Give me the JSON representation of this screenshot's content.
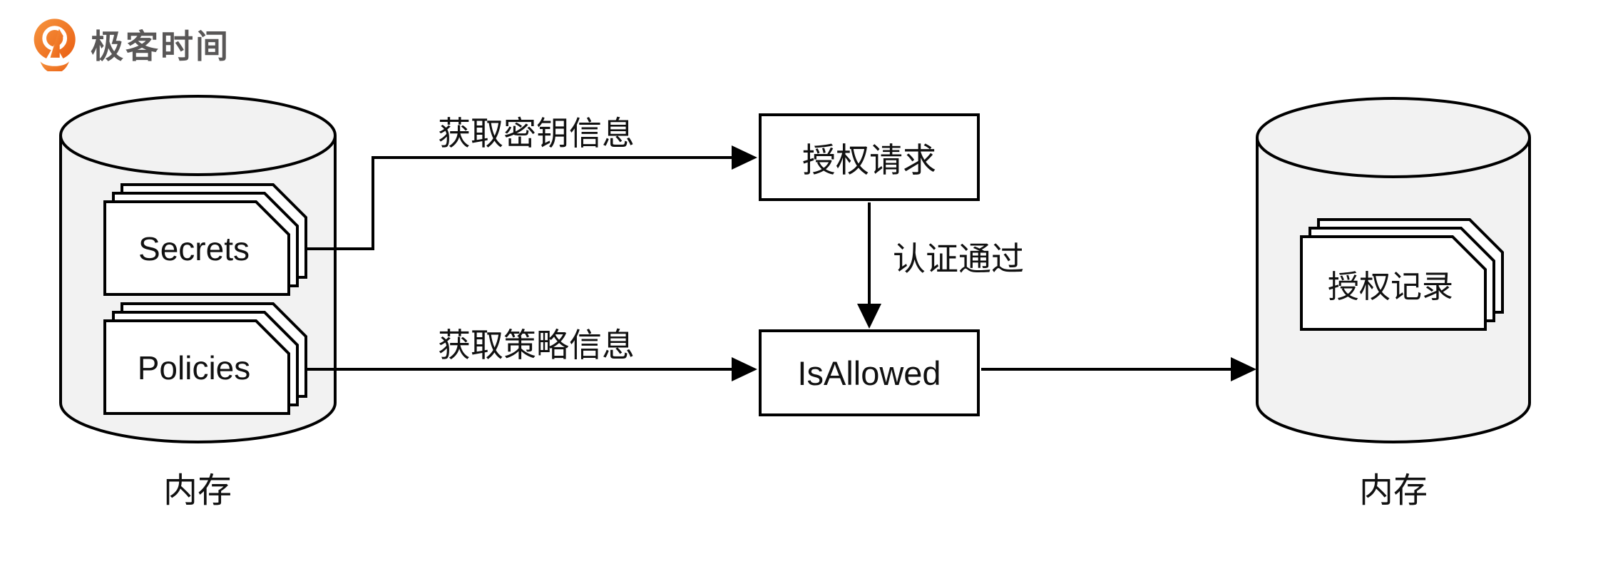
{
  "brand": {
    "name": "极客时间"
  },
  "colors": {
    "accent_orange": "#ED6C1D",
    "logo_text": "#595757",
    "stroke": "#000000",
    "cylinder_fill": "#F2F2F2",
    "card_fill": "#FFFFFF",
    "text": "#111111",
    "background": "#FFFFFF"
  },
  "left_store": {
    "label": "内存",
    "cards": {
      "secrets": "Secrets",
      "policies": "Policies"
    }
  },
  "right_store": {
    "label": "内存",
    "cards": {
      "records": "授权记录"
    }
  },
  "nodes": {
    "auth_request": "授权请求",
    "is_allowed": "IsAllowed"
  },
  "edges": {
    "get_secret_info": "获取密钥信息",
    "get_policy_info": "获取策略信息",
    "auth_passed": "认证通过"
  }
}
